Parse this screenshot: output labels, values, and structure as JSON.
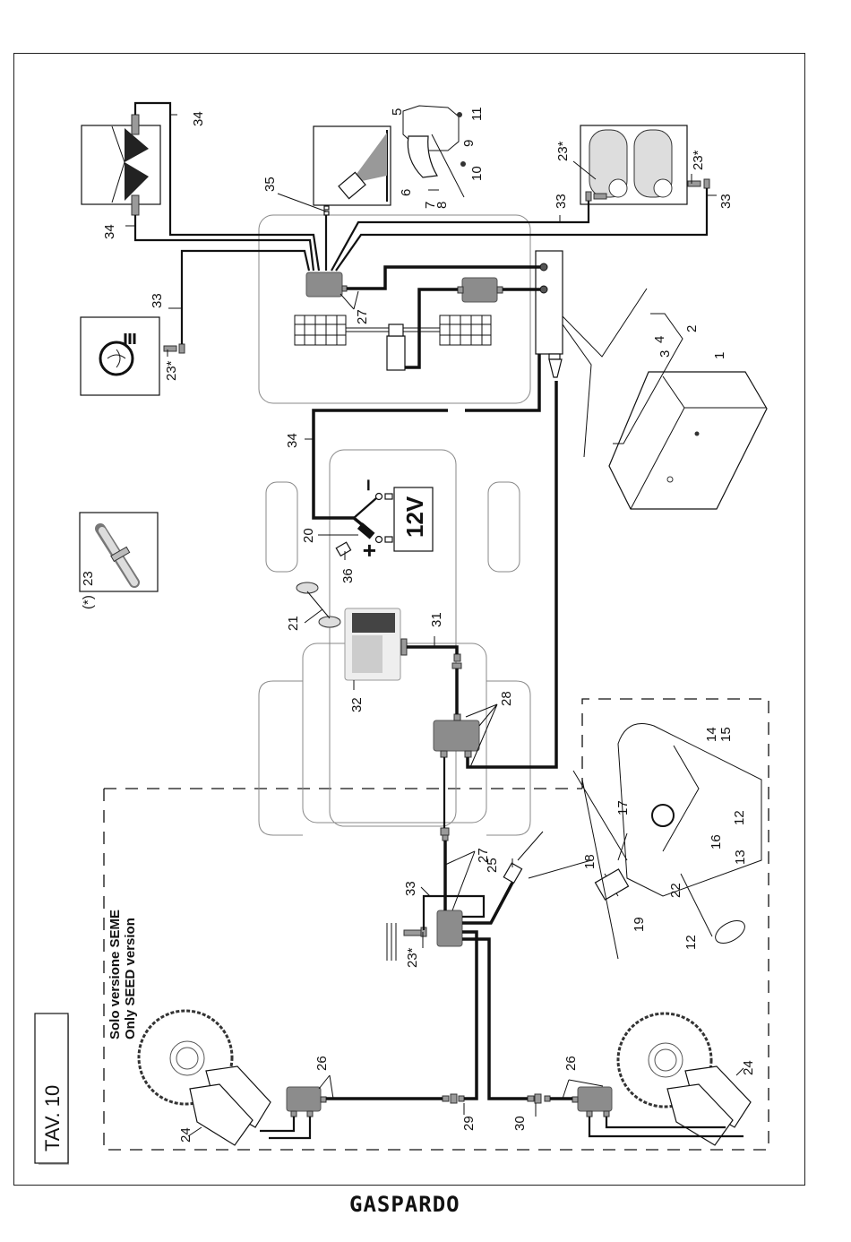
{
  "page": {
    "table_label": "TAV. 10",
    "brand": "GASPARDO",
    "seed_note_it": "Solo versione SEME",
    "seed_note_en": "Only SEED version",
    "optional_note": "(*)"
  },
  "battery": {
    "voltage": "12V",
    "minus": "–",
    "plus": "+"
  },
  "callouts": {
    "c1": "1",
    "c2": "2",
    "c3": "3",
    "c4": "4",
    "c5": "5",
    "c6": "6",
    "c7": "7",
    "c8": "8",
    "c9": "9",
    "c10": "10",
    "c11": "11",
    "c12a": "12",
    "c12b": "12",
    "c13": "13",
    "c14": "14",
    "c15": "15",
    "c16": "16",
    "c17": "17",
    "c18": "18",
    "c19": "19",
    "c20": "20",
    "c21": "21",
    "c22": "22",
    "c23": "23",
    "c23s_fan": "23*",
    "c23s_roll_l": "23*",
    "c23s_roll_r": "23*",
    "c23s_seed": "23*",
    "c24l": "24",
    "c24r": "24",
    "c25": "25",
    "c26l": "26",
    "c26r": "26",
    "c27top": "27",
    "c27bot": "27",
    "c28": "28",
    "c29": "29",
    "c30": "30",
    "c31": "31",
    "c32": "32",
    "c33fan": "33",
    "c33roll_l": "33",
    "c33roll_r": "33",
    "c33seed": "33",
    "c34a": "34",
    "c34b": "34",
    "c34bat": "34",
    "c35": "35",
    "c36": "36"
  }
}
